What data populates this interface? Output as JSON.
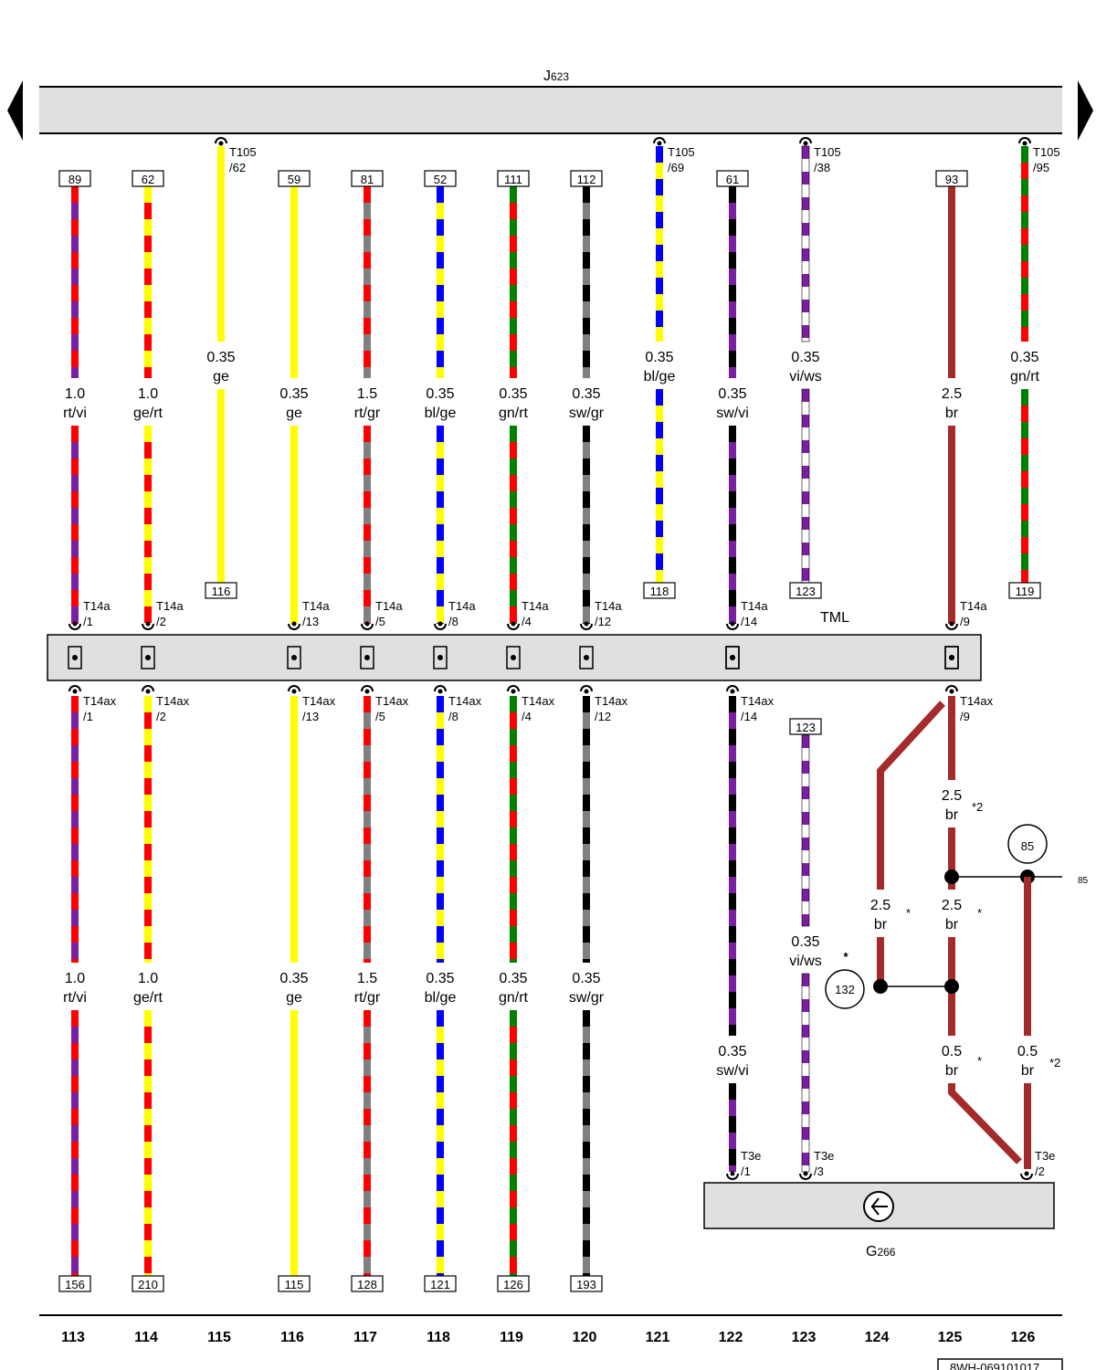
{
  "components": {
    "ecu": {
      "name": "J",
      "sub": "623"
    },
    "tml": "TML",
    "sensor": {
      "name": "G",
      "sub": "266"
    }
  },
  "colors": {
    "rt": "#ff0000",
    "vi": "#7a1fa2",
    "ge": "#ffff00",
    "gr": "#808080",
    "bl": "#0000ff",
    "gn": "#008000",
    "sw": "#000000",
    "ws": "#ffffff",
    "br": "#a52a2a"
  },
  "upper_wires": [
    {
      "col": 113,
      "top_ref": "89",
      "spec": "1.0",
      "color": "rt/vi",
      "conn_bottom": "T14a",
      "pin_bottom": "/1"
    },
    {
      "col": 114,
      "top_ref": "62",
      "spec": "1.0",
      "color": "ge/rt",
      "conn_bottom": "T14a",
      "pin_bottom": "/2"
    },
    {
      "col": 115,
      "conn_top": "T105",
      "pin_top": "/62",
      "spec": "0.35",
      "color": "ge",
      "end_ref": "116"
    },
    {
      "col": 116,
      "top_ref": "59",
      "spec": "0.35",
      "color": "ge",
      "conn_bottom": "T14a",
      "pin_bottom": "/13"
    },
    {
      "col": 117,
      "top_ref": "81",
      "spec": "1.5",
      "color": "rt/gr",
      "conn_bottom": "T14a",
      "pin_bottom": "/5"
    },
    {
      "col": 118,
      "top_ref": "52",
      "spec": "0.35",
      "color": "bl/ge",
      "conn_bottom": "T14a",
      "pin_bottom": "/8"
    },
    {
      "col": 119,
      "top_ref": "111",
      "spec": "0.35",
      "color": "gn/rt",
      "conn_bottom": "T14a",
      "pin_bottom": "/4"
    },
    {
      "col": 120,
      "top_ref": "112",
      "spec": "0.35",
      "color": "sw/gr",
      "conn_bottom": "T14a",
      "pin_bottom": "/12"
    },
    {
      "col": 121,
      "conn_top": "T105",
      "pin_top": "/69",
      "spec": "0.35",
      "color": "bl/ge",
      "end_ref": "118"
    },
    {
      "col": 122,
      "top_ref": "61",
      "spec": "0.35",
      "color": "sw/vi",
      "conn_bottom": "T14a",
      "pin_bottom": "/14"
    },
    {
      "col": 123,
      "conn_top": "T105",
      "pin_top": "/38",
      "spec": "0.35",
      "color": "vi/ws",
      "end_ref": "123"
    },
    {
      "col": 125,
      "top_ref": "93",
      "spec": "2.5",
      "color": "br",
      "conn_bottom": "T14a",
      "pin_bottom": "/9"
    },
    {
      "col": 126,
      "conn_top": "T105",
      "pin_top": "/95",
      "spec": "0.35",
      "color": "gn/rt",
      "end_ref": "119"
    }
  ],
  "lower_wires": [
    {
      "col": 113,
      "conn": "T14ax",
      "pin": "/1",
      "spec": "1.0",
      "color": "rt/vi",
      "bottom_ref": "156"
    },
    {
      "col": 114,
      "conn": "T14ax",
      "pin": "/2",
      "spec": "1.0",
      "color": "ge/rt",
      "bottom_ref": "210"
    },
    {
      "col": 116,
      "conn": "T14ax",
      "pin": "/13",
      "spec": "0.35",
      "color": "ge",
      "bottom_ref": "115"
    },
    {
      "col": 117,
      "conn": "T14ax",
      "pin": "/5",
      "spec": "1.5",
      "color": "rt/gr",
      "bottom_ref": "128"
    },
    {
      "col": 118,
      "conn": "T14ax",
      "pin": "/8",
      "spec": "0.35",
      "color": "bl/ge",
      "bottom_ref": "121"
    },
    {
      "col": 119,
      "conn": "T14ax",
      "pin": "/4",
      "spec": "0.35",
      "color": "gn/rt",
      "bottom_ref": "126"
    },
    {
      "col": 120,
      "conn": "T14ax",
      "pin": "/12",
      "spec": "0.35",
      "color": "sw/gr",
      "bottom_ref": "193"
    }
  ],
  "sensor_wires": [
    {
      "col": 122,
      "conn_top": "T14ax",
      "pin_top": "/14",
      "spec": "0.35",
      "color": "sw/vi",
      "conn": "T3e",
      "pin": "/1"
    },
    {
      "col": 123,
      "top_ref": "123",
      "spec": "0.35",
      "color": "vi/ws",
      "note": "*",
      "conn": "T3e",
      "pin": "/3"
    }
  ],
  "brown_branch": {
    "conn_top": "T14ax",
    "pin_top": "/9",
    "seg_a": {
      "spec": "2.5",
      "color": "br",
      "note": "*2"
    },
    "seg_b": {
      "spec": "2.5",
      "color": "br",
      "note": "*"
    },
    "seg_c": {
      "spec": "2.5",
      "color": "br",
      "note": "*"
    },
    "seg_d": {
      "spec": "0.5",
      "color": "br",
      "note": "*"
    },
    "seg_e": {
      "spec": "0.5",
      "color": "br",
      "note": "*2"
    },
    "ground_a": "85",
    "ground_b": "132",
    "edge_ref": "85",
    "conn": "T3e",
    "pin": "/2"
  },
  "columns": [
    "113",
    "114",
    "115",
    "116",
    "117",
    "118",
    "119",
    "120",
    "121",
    "122",
    "123",
    "124",
    "125",
    "126"
  ],
  "doc_id": "8WH-069101017"
}
